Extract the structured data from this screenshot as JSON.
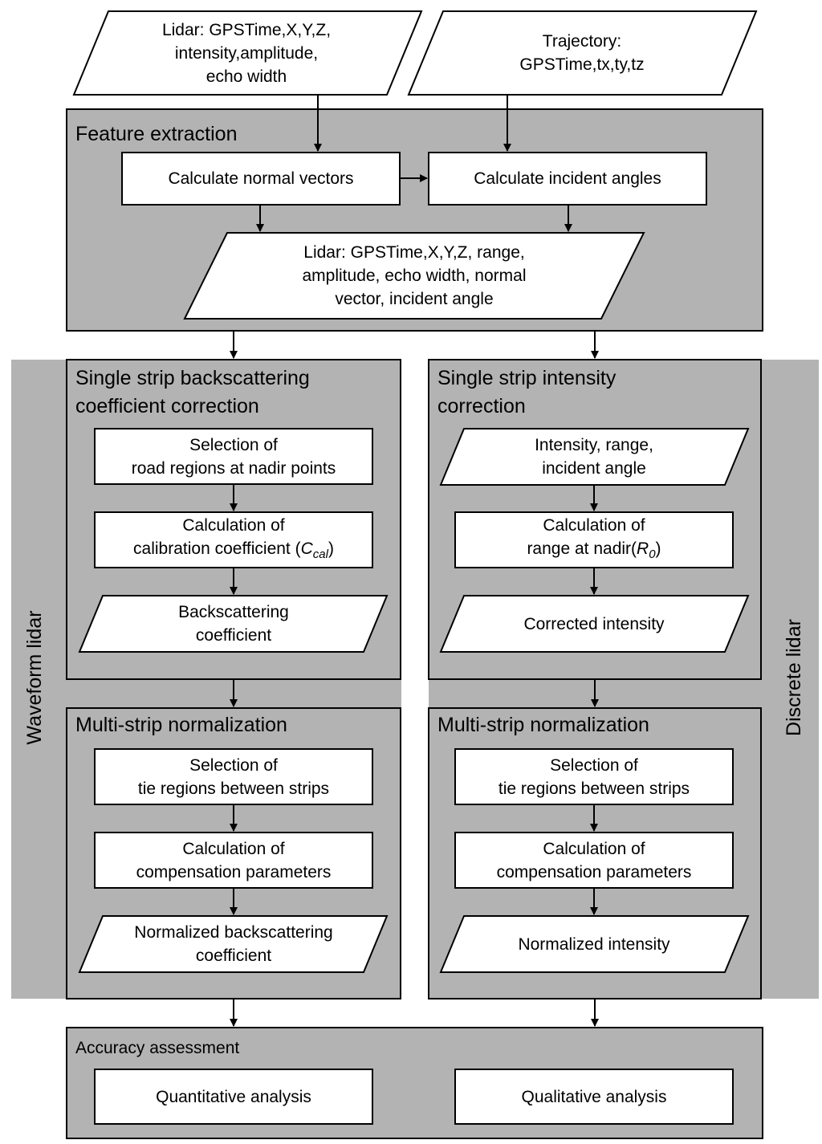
{
  "inputs": {
    "lidar": "Lidar: GPSTime,X,Y,Z,\nintensity,amplitude,\necho width",
    "trajectory": "Trajectory:\nGPSTime,tx,ty,tz"
  },
  "feature_extraction": {
    "title": "Feature extraction",
    "normal_vectors": "Calculate normal vectors",
    "incident_angles": "Calculate incident angles",
    "output": "Lidar: GPSTime,X,Y,Z, range,\namplitude, echo width, normal\nvector, incident angle"
  },
  "side_labels": {
    "left": "Waveform lidar",
    "right": "Discrete lidar"
  },
  "waveform_single": {
    "title": "Single strip backscattering\ncoefficient correction",
    "step1": "Selection of\nroad regions at nadir points",
    "step2_line1": "Calculation of",
    "step2_line2_prefix": "calibration coefficient (",
    "step2_symbol": "C",
    "step2_subscript": "cal",
    "step2_suffix": ")",
    "output": "Backscattering\ncoefficient"
  },
  "discrete_single": {
    "title": "Single strip intensity\ncorrection",
    "input": "Intensity, range,\nincident angle",
    "step1_line1": "Calculation of",
    "step1_line2_prefix": "range at nadir(",
    "step1_symbol": "R",
    "step1_subscript": "0",
    "step1_suffix": ")",
    "output": "Corrected intensity"
  },
  "waveform_multi": {
    "title": "Multi-strip normalization",
    "step1": "Selection of\ntie regions between strips",
    "step2": "Calculation of\ncompensation parameters",
    "output": "Normalized backscattering\ncoefficient"
  },
  "discrete_multi": {
    "title": "Multi-strip normalization",
    "step1": "Selection of\ntie regions between strips",
    "step2": "Calculation of\ncompensation parameters",
    "output": "Normalized intensity"
  },
  "accuracy": {
    "title": "Accuracy assessment",
    "quantitative": "Quantitative analysis",
    "qualitative": "Qualitative analysis"
  },
  "colors": {
    "panel_gray": "#b3b3b3",
    "box_white": "#ffffff",
    "stroke": "#000000"
  }
}
